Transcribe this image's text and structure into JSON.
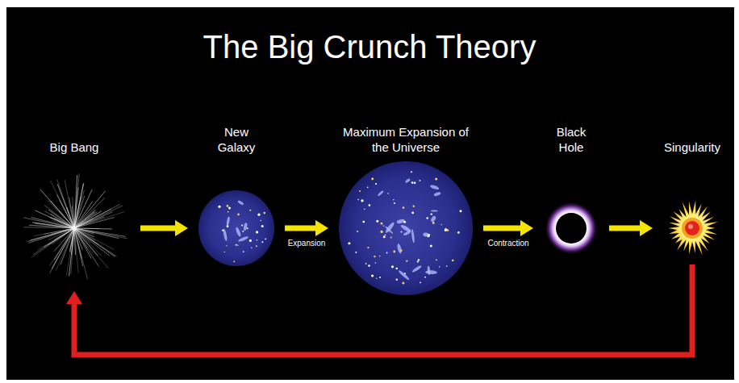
{
  "diagram": {
    "title": "The Big Crunch Theory",
    "nodes": [
      {
        "text": [
          "Big Bang"
        ]
      },
      {
        "text": [
          "New Galaxy"
        ]
      },
      {
        "text": [
          "Maximum Expansion of the Universe"
        ]
      },
      {
        "text": [
          "Black Hole"
        ]
      },
      {
        "text": [
          "Singularity"
        ]
      }
    ],
    "edges": [
      {
        "from": 0,
        "to": 1,
        "arrow": "to"
      },
      {
        "from": 1,
        "to": 2,
        "arrow": "to",
        "label": "Expansion"
      },
      {
        "from": 2,
        "to": 3,
        "arrow": "to",
        "label": "Contraction"
      },
      {
        "from": 3,
        "to": 4,
        "arrow": "to"
      },
      {
        "from": 4,
        "to": 0,
        "arrow": "to"
      }
    ]
  }
}
